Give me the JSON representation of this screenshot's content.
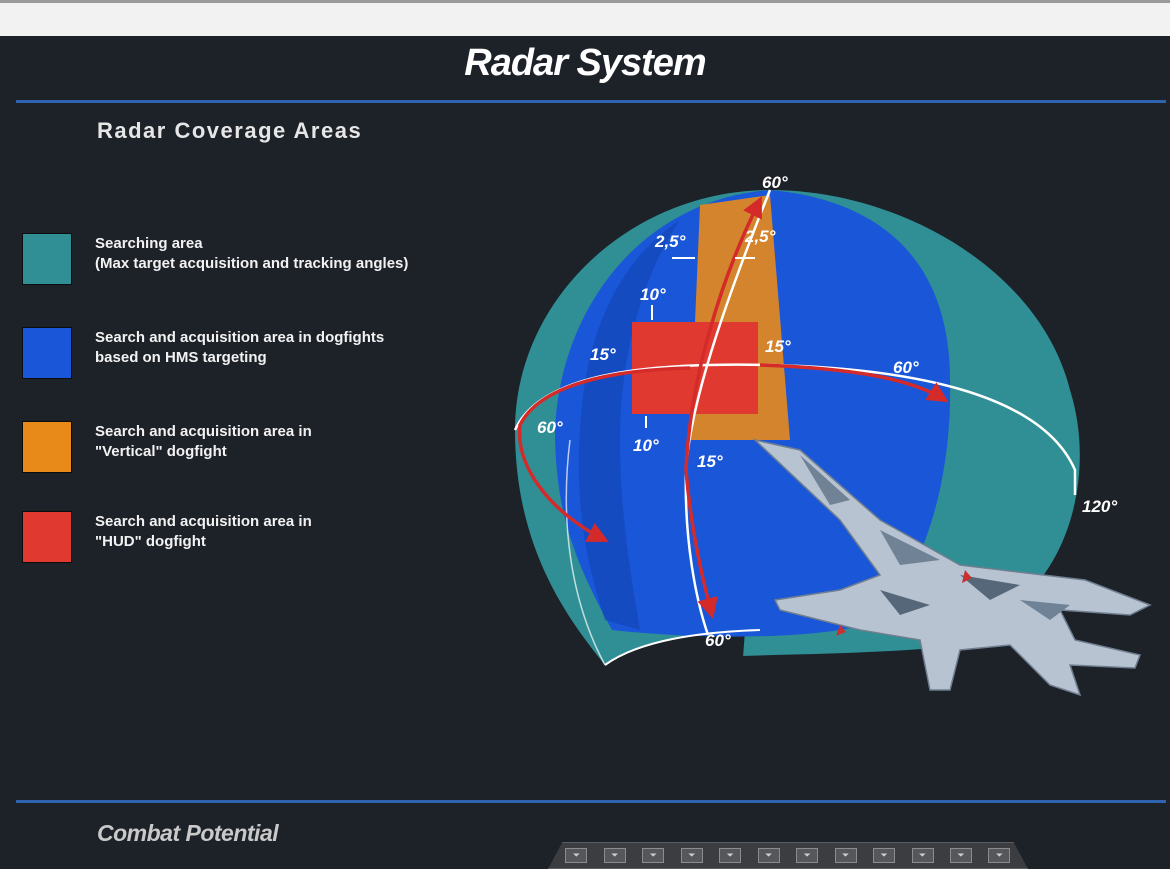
{
  "title": "Radar System",
  "subtitle": "Radar Coverage Areas",
  "legend": [
    {
      "lines": [
        "Searching area",
        "(Max target acquisition and tracking angles)"
      ],
      "color": "#2f8f94"
    },
    {
      "lines": [
        "Search and acquisition area in dogfights",
        "based on HMS targeting"
      ],
      "color": "#1a56d8"
    },
    {
      "lines": [
        "Search and acquisition area in",
        "\"Vertical\" dogfight"
      ],
      "color": "#e88a1a"
    },
    {
      "lines": [
        "Search and acquisition area in",
        "\"HUD\" dogfight"
      ],
      "color": "#e03a30"
    }
  ],
  "angles": {
    "top": "60°",
    "bottom": "60°",
    "left": "60°",
    "right": "60°",
    "outer_right": "120°",
    "vert_left": "2,5°",
    "vert_right": "2,5°",
    "hud_top": "10°",
    "hud_bottom": "10°",
    "hud_left": "15°",
    "hud_right": "15°",
    "lower": "15°"
  },
  "footer": "Combat Potential",
  "colors": {
    "background": "#1d2128",
    "rule": "#2f63b0",
    "sphere_teal": "#2f8f94",
    "sphere_blue": "#1a56d8",
    "vertical_orange": "#e88a1a",
    "hud_red": "#e03a30",
    "arrow_red": "#d52a2a"
  }
}
